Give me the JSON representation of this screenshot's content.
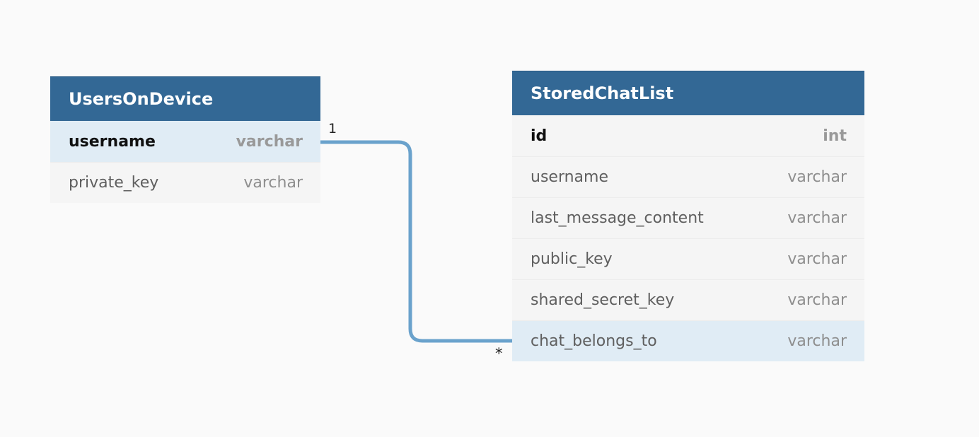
{
  "tables": [
    {
      "name": "UsersOnDevice",
      "fields": [
        {
          "name": "username",
          "type": "varchar",
          "primary": true,
          "highlighted": true
        },
        {
          "name": "private_key",
          "type": "varchar",
          "primary": false,
          "highlighted": false
        }
      ]
    },
    {
      "name": "StoredChatList",
      "fields": [
        {
          "name": "id",
          "type": "int",
          "primary": true,
          "highlighted": false
        },
        {
          "name": "username",
          "type": "varchar",
          "primary": false,
          "highlighted": false
        },
        {
          "name": "last_message_content",
          "type": "varchar",
          "primary": false,
          "highlighted": false
        },
        {
          "name": "public_key",
          "type": "varchar",
          "primary": false,
          "highlighted": false
        },
        {
          "name": "shared_secret_key",
          "type": "varchar",
          "primary": false,
          "highlighted": false
        },
        {
          "name": "chat_belongs_to",
          "type": "varchar",
          "primary": false,
          "highlighted": true
        }
      ]
    }
  ],
  "relation": {
    "from_cardinality": "1",
    "to_cardinality": "*",
    "line_color": "#6aa2cc"
  },
  "colors": {
    "header_bg": "#336895",
    "row_bg": "#f5f5f5",
    "highlight_bg": "#e0ecf5",
    "canvas_bg": "#fafafa"
  }
}
